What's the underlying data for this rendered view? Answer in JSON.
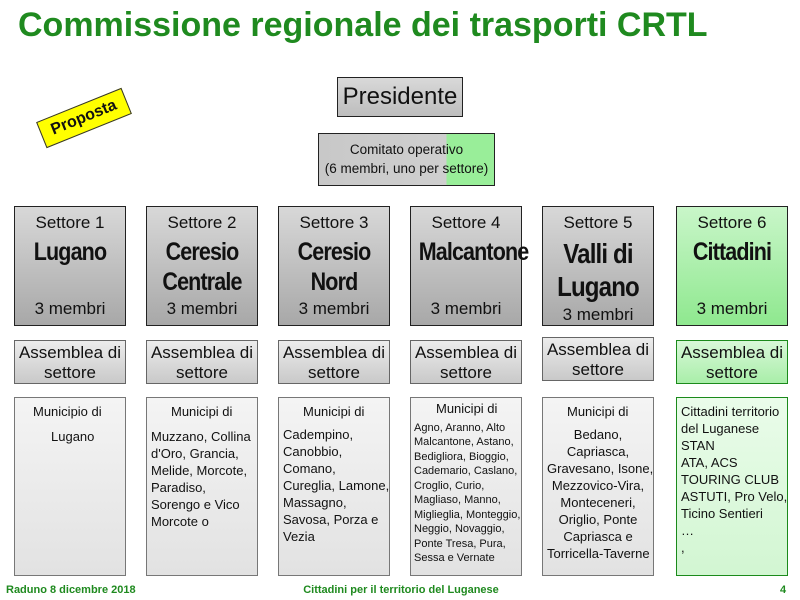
{
  "title": "Commissione regionale dei trasporti CRTL",
  "badge": "Proposta",
  "president": "Presidente",
  "comitato": [
    "Comitato operativo",
    "(6 membri, uno per settore)"
  ],
  "sectors": [
    {
      "num": "Settore 1",
      "name": [
        "Lugano"
      ],
      "members": "3 membri",
      "assembly": [
        "Assemblea di",
        "settore"
      ],
      "municipi_head": "Municipio di",
      "municipi": [
        "Lugano"
      ]
    },
    {
      "num": "Settore 2",
      "name": [
        "Ceresio",
        "Centrale"
      ],
      "members": "3 membri",
      "assembly": [
        "Assemblea di",
        "settore"
      ],
      "municipi_head": "Municipi di",
      "municipi": [
        "Muzzano, Collina",
        "d'Oro, Grancia,",
        "Melide, Morcote,",
        "Paradiso,",
        "Sorengo e Vico",
        "Morcote o"
      ]
    },
    {
      "num": "Settore 3",
      "name": [
        "Ceresio",
        "Nord"
      ],
      "members": "3 membri",
      "assembly": [
        "Assemblea di",
        "settore"
      ],
      "municipi_head": "Municipi di",
      "municipi": [
        "Cadempino,",
        "Canobbio,",
        "Comano,",
        "Cureglia, Lamone,",
        "Massagno,",
        "Savosa, Porza e",
        "Vezia"
      ]
    },
    {
      "num": "Settore 4",
      "name": [
        "Malcantone"
      ],
      "members": "3 membri",
      "assembly": [
        "Assemblea di",
        "settore"
      ],
      "municipi_head": "Municipi di",
      "municipi": [
        "Agno, Aranno, Alto",
        "Malcantone, Astano,",
        "Bedigliora, Bioggio,",
        "Cademario, Caslano,",
        "Croglio, Curio,",
        "Magliaso, Manno,",
        "Miglieglia, Monteggio,",
        "Neggio, Novaggio,",
        "Ponte Tresa, Pura,",
        "Sessa e Vernate"
      ]
    },
    {
      "num": "Settore 5",
      "name": [
        "Valli di",
        "Lugano"
      ],
      "members": "3 membri",
      "assembly": [
        "Assemblea di",
        "settore"
      ],
      "municipi_head": "Municipi di",
      "municipi": [
        "Bedano,",
        "Capriasca,",
        "Gravesano, Isone,",
        "Mezzovico-Vira,",
        "Monteceneri,",
        "Origlio, Ponte",
        "Capriasca e",
        "Torricella-Taverne"
      ]
    },
    {
      "num": "Settore 6",
      "name": [
        "Cittadini"
      ],
      "members": "3 membri",
      "assembly": [
        "Assemblea di",
        "settore"
      ],
      "municipi_head": "Cittadini territorio",
      "municipi": [
        "del Luganese",
        "STAN",
        "ATA, ACS",
        "TOURING CLUB",
        "ASTUTI, Pro Velo,",
        "Ticino Sentieri",
        " …",
        ","
      ]
    }
  ],
  "footer": {
    "left": "Raduno 8 dicembre 2018",
    "center": "Cittadini per il territorio del Luganese",
    "page": "4"
  },
  "colors": {
    "title": "#1f8a1f",
    "badge": "#ffff00",
    "sector_grey": "#bdbdbd",
    "sector_green": "#99ee99"
  }
}
